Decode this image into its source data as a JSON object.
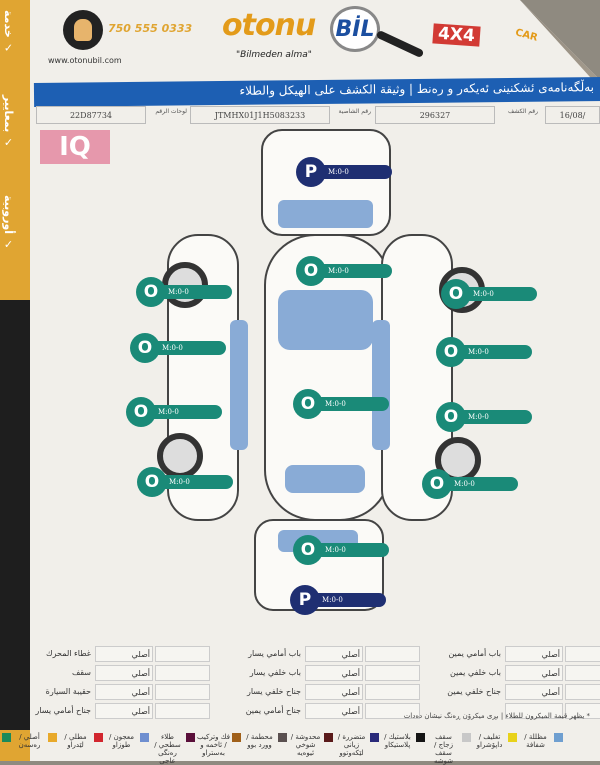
{
  "header": {
    "phone": "750 555 0333",
    "website": "www.otonubil.com",
    "logo_left": "otonu",
    "logo_right": "BİL",
    "slogan": "\"Bilmeden alma\"",
    "badge_4x4": "4X4",
    "badge_car": "CAR",
    "watermark": "IQ"
  },
  "side_strip": {
    "top_text": "خدمة ✓",
    "mid_text": "بمعايير ✓",
    "bottom_text": "أوروبية ✓"
  },
  "banner": {
    "title": "بەڵگەنامەی ئشکنینی ئەیکەر و رەنط | وثيقة الكشف على الهيكل والطلاء"
  },
  "info": {
    "plate_label": "لوحات الرقم",
    "plate": "22D87734",
    "chassis_label": "رقم الشاصية",
    "chassis": "JTMHX01J1H5083233",
    "report_label": "رقم الكشف",
    "report_no": "296327",
    "date": "16/08/"
  },
  "markers": [
    {
      "code": "P",
      "text": "M:0-0",
      "part": "front",
      "color": "#1f2f72"
    },
    {
      "code": "O",
      "text": "M:0-0",
      "part": "hood",
      "color": "#1a8a78"
    },
    {
      "code": "O",
      "text": "M:0-0",
      "part": "roof",
      "color": "#1a8a78"
    },
    {
      "code": "O",
      "text": "M:0-0",
      "part": "trunk",
      "color": "#1a8a78"
    },
    {
      "code": "P",
      "text": "M:0-0",
      "part": "rear",
      "color": "#1f2f72"
    },
    {
      "code": "O",
      "text": "M:0-0",
      "part": "left-front-fender",
      "color": "#1a8a78"
    },
    {
      "code": "O",
      "text": "M:0-0",
      "part": "left-front-door",
      "color": "#1a8a78"
    },
    {
      "code": "O",
      "text": "M:0-0",
      "part": "left-rear-door",
      "color": "#1a8a78"
    },
    {
      "code": "O",
      "text": "M:0-0",
      "part": "left-rear-fender",
      "color": "#1a8a78"
    },
    {
      "code": "O",
      "text": "M:0-0",
      "part": "right-front-fender",
      "color": "#1a8a78"
    },
    {
      "code": "O",
      "text": "M:0-0",
      "part": "right-front-door",
      "color": "#1a8a78"
    },
    {
      "code": "O",
      "text": "M:0-0",
      "part": "right-rear-door",
      "color": "#1a8a78"
    },
    {
      "code": "O",
      "text": "M:0-0",
      "part": "right-rear-fender",
      "color": "#1a8a78"
    }
  ],
  "table": {
    "rows": [
      {
        "left_label": "غطاء المحرك",
        "left_value": "أصلي",
        "mid_label": "باب أمامي يسار",
        "mid_value": "أصلي",
        "right_label": "باب أمامي يمين",
        "right_value": "أصلي"
      },
      {
        "left_label": "سقف",
        "left_value": "أصلي",
        "mid_label": "باب خلفي يسار",
        "mid_value": "أصلي",
        "right_label": "باب خلفي يمين",
        "right_value": "أصلي"
      },
      {
        "left_label": "حقيبة السيارة",
        "left_value": "أصلي",
        "mid_label": "جناح خلفي يسار",
        "mid_value": "أصلي",
        "right_label": "جناح خلفي يمين",
        "right_value": "أصلي"
      },
      {
        "left_label": "جناح أمامي يسار",
        "left_value": "أصلي",
        "mid_label": "جناح أمامي يمين",
        "mid_value": "أصلي",
        "right_label": "",
        "right_value": ""
      }
    ]
  },
  "note": "* يظهر قيمة الميكرون للطلاء | بڕی میکرۆن ڕەنگ نیشان دەدات",
  "legend": [
    {
      "label": "أصلي / رەسەن",
      "color": "#1a8a5a"
    },
    {
      "label": "مطلي / لێدراو",
      "color": "#e8a92a"
    },
    {
      "label": "معجون / طوزاو",
      "color": "#d2262e"
    },
    {
      "label": "طلاء سطحي / رەنگی عاجی",
      "color": "#6f8fd0"
    },
    {
      "label": "فك وتركيب / ئاخمە و بەستراو",
      "color": "#5a0f3a"
    },
    {
      "label": "محطمة / وورد بوو",
      "color": "#a0601a"
    },
    {
      "label": "محدوشة / شوخي ئیوەیە",
      "color": "#5a5050"
    },
    {
      "label": "متضررة / زیانی لێکەوتوو",
      "color": "#5a1a1a"
    },
    {
      "label": "بلاستيك / پلاستیکاو",
      "color": "#2a2a7a"
    },
    {
      "label": "سقف زجاج / سقف شوشە",
      "color": "#151515"
    },
    {
      "label": "تغليف / داپۆشراو",
      "color": "#c8c8c8"
    },
    {
      "label": "مظللة / شفافة",
      "color": "#e8d21a"
    },
    {
      "label": "",
      "color": "#6f9fd0"
    }
  ]
}
